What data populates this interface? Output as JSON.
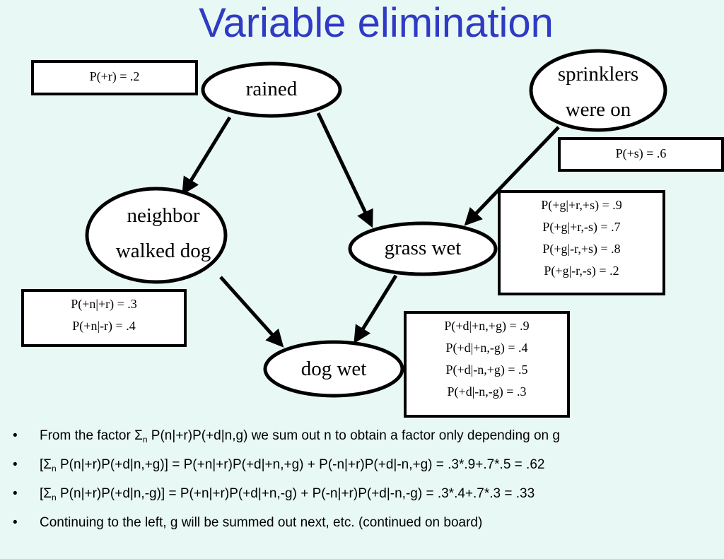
{
  "title": "Variable elimination",
  "nodes": {
    "rained": [
      "rained"
    ],
    "sprinklers": [
      "sprinklers",
      "were on"
    ],
    "neighbor": [
      "neighbor",
      "walked dog"
    ],
    "grass": [
      "grass wet"
    ],
    "dog": [
      "dog wet"
    ]
  },
  "cpts": {
    "rain": [
      "P(+r) = .2"
    ],
    "sprinklers": [
      "P(+s) = .6"
    ],
    "grass": [
      "P(+g|+r,+s) = .9",
      "P(+g|+r,-s) = .7",
      "P(+g|-r,+s) = .8",
      "P(+g|-r,-s) = .2"
    ],
    "neighbor": [
      "P(+n|+r) = .3",
      "P(+n|-r) = .4"
    ],
    "dog": [
      "P(+d|+n,+g) = .9",
      "P(+d|+n,-g) = .4",
      "P(+d|-n,+g) = .5",
      "P(+d|-n,-g) = .3"
    ]
  },
  "bullets": [
    {
      "a": "From the factor Σ",
      "sub": "n",
      "b": " P(n|+r)P(+d|n,g) we sum out n to obtain a factor only depending on g"
    },
    {
      "a": "[Σ",
      "sub": "n",
      "b": " P(n|+r)P(+d|n,+g)] = P(+n|+r)P(+d|+n,+g) + P(-n|+r)P(+d|-n,+g) = .3*.9+.7*.5 = .62"
    },
    {
      "a": "[Σ",
      "sub": "n",
      "b": " P(n|+r)P(+d|n,-g)] = P(+n|+r)P(+d|+n,-g) + P(-n|+r)P(+d|-n,-g) = .3*.4+.7*.3 = .33"
    },
    {
      "a": "Continuing to the left, g will be summed out next, etc. (continued on board)",
      "sub": "",
      "b": ""
    }
  ],
  "bullet_symbol": "•"
}
